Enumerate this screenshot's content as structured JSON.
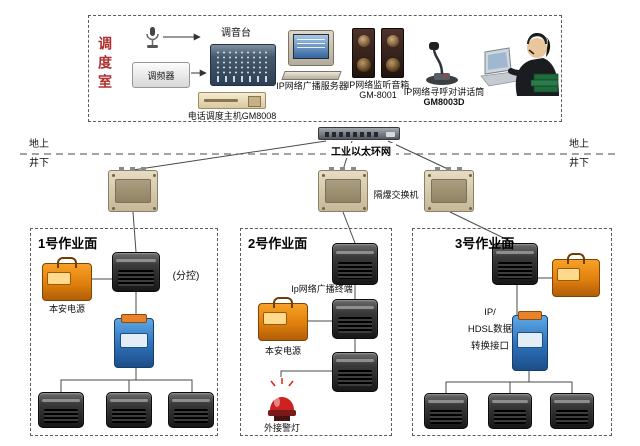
{
  "dispatch_room": {
    "title": "调度室",
    "mixer_label": "调音台",
    "tuner_label": "调频器",
    "phone_host_label": "电话调度主机GM8008",
    "server_label": "IP网络广播服务器",
    "monitor_speaker_label": "IP网络监听音箱",
    "monitor_speaker_model": "GM-8001",
    "paging_mic_label": "IP网络寻呼对讲话筒",
    "paging_mic_model": "GM8003D"
  },
  "network": {
    "ring_label": "工业以太环网",
    "surface_left": "地上",
    "underground_left": "井下",
    "surface_right": "地上",
    "underground_right": "井下",
    "ex_switch_label": "隔爆交换机"
  },
  "face1": {
    "title": "1号作业面",
    "power_label": "本安电源",
    "subcontrol_label": "(分控)"
  },
  "face2": {
    "title": "2号作业面",
    "terminal_label": "Ip网络广播终端",
    "power_label": "本安电源",
    "warning_light_label": "外接警灯"
  },
  "face3": {
    "title": "3号作业面",
    "converter_line1": "IP/",
    "converter_line2": "HDSL数据",
    "converter_line3": "转换接口"
  },
  "colors": {
    "dispatch_title": "#b03030",
    "power_supply": "#e07f0d",
    "blue_device": "#2d6fb8",
    "warning_light": "#cc2222"
  }
}
